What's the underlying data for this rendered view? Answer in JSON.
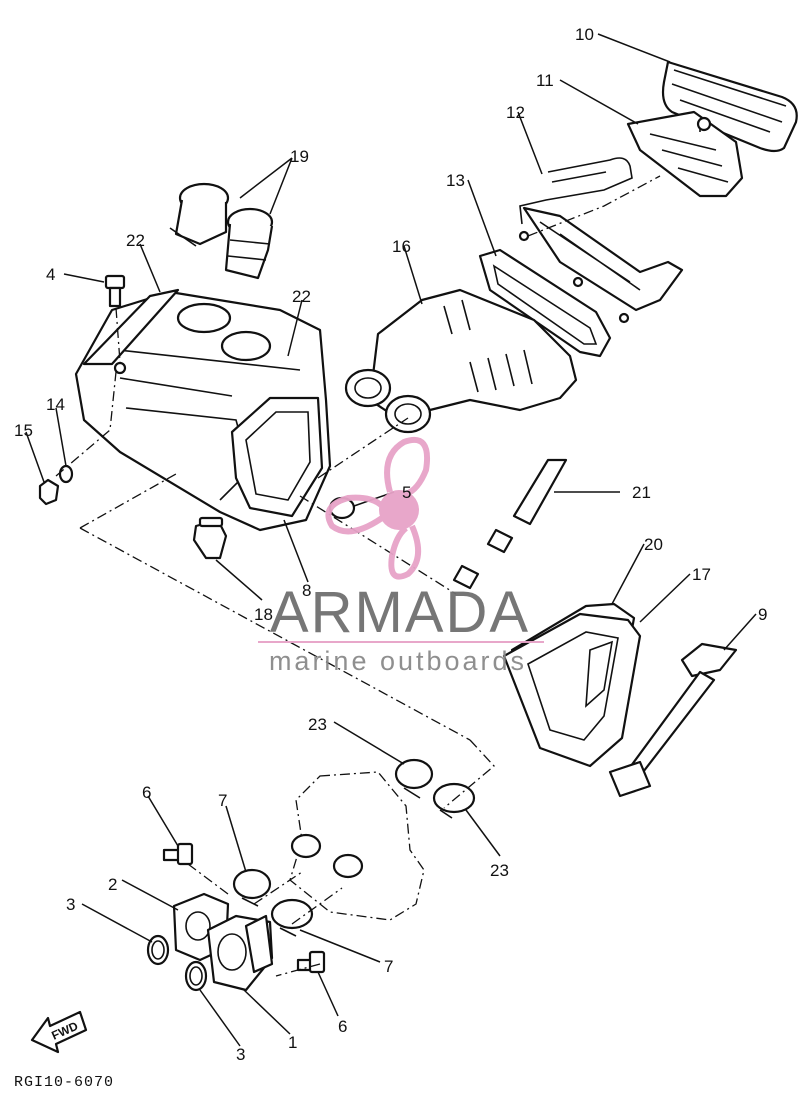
{
  "diagram": {
    "callouts": [
      {
        "id": "1",
        "text": "1"
      },
      {
        "id": "2",
        "text": "2"
      },
      {
        "id": "3a",
        "text": "3"
      },
      {
        "id": "3b",
        "text": "3"
      },
      {
        "id": "4",
        "text": "4"
      },
      {
        "id": "5",
        "text": "5"
      },
      {
        "id": "6a",
        "text": "6"
      },
      {
        "id": "6b",
        "text": "6"
      },
      {
        "id": "7a",
        "text": "7"
      },
      {
        "id": "7b",
        "text": "7"
      },
      {
        "id": "8",
        "text": "8"
      },
      {
        "id": "9",
        "text": "9"
      },
      {
        "id": "10",
        "text": "10"
      },
      {
        "id": "11",
        "text": "11"
      },
      {
        "id": "12",
        "text": "12"
      },
      {
        "id": "13",
        "text": "13"
      },
      {
        "id": "14",
        "text": "14"
      },
      {
        "id": "15",
        "text": "15"
      },
      {
        "id": "16",
        "text": "16"
      },
      {
        "id": "17",
        "text": "17"
      },
      {
        "id": "18",
        "text": "18"
      },
      {
        "id": "19",
        "text": "19"
      },
      {
        "id": "20",
        "text": "20"
      },
      {
        "id": "21",
        "text": "21"
      },
      {
        "id": "22a",
        "text": "22"
      },
      {
        "id": "22b",
        "text": "22"
      },
      {
        "id": "23a",
        "text": "23"
      },
      {
        "id": "23b",
        "text": "23"
      }
    ],
    "drawing_code": "RGI10-6070",
    "fwd_label": "FWD"
  },
  "watermark": {
    "title": "ARMADA",
    "subtitle": "marine outboards",
    "logo_color": "#e7a3c8",
    "text_color": "#6f6f6f"
  }
}
